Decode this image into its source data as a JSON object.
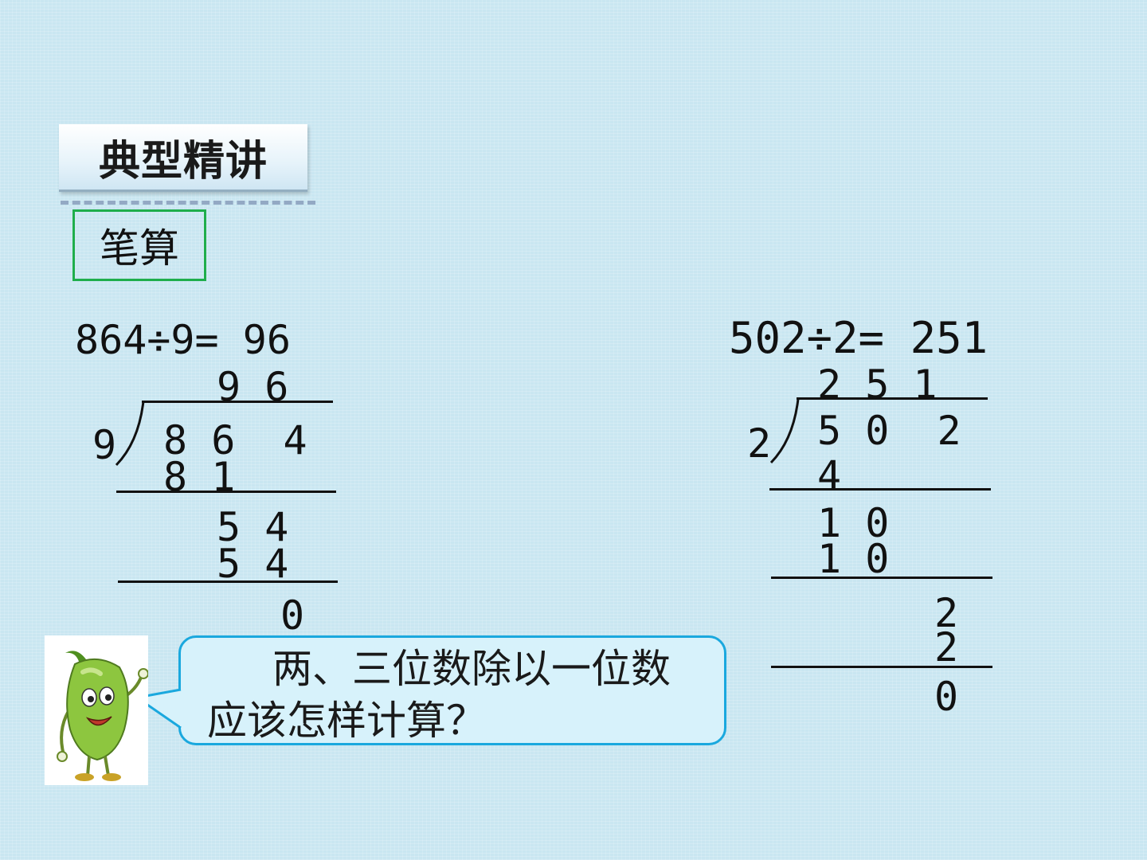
{
  "header": {
    "title": "典型精讲",
    "subtitle": "笔算"
  },
  "problem_left": {
    "equation": "864÷9= 96",
    "quotient": "9 6",
    "divisor": "9",
    "dividend": "8 6  4",
    "step1": "8 1",
    "step2": "5 4",
    "step3": "5 4",
    "remainder": "0"
  },
  "problem_right": {
    "equation": "502÷2= 251",
    "quotient": "2 5 1",
    "divisor": "2",
    "dividend": "5 0  2",
    "step1": "4",
    "step2": "1 0",
    "step3": "1 0",
    "step4": "2",
    "step5": "2",
    "remainder": "0"
  },
  "bubble": {
    "line1": "两、三位数除以一位数",
    "line2": "应该怎样计算？"
  },
  "colors": {
    "accent_green": "#1fae4c",
    "bubble_border": "#1aa8de",
    "background": "#c9e6f1"
  },
  "icons": {
    "character": "green-pepper-mascot"
  }
}
